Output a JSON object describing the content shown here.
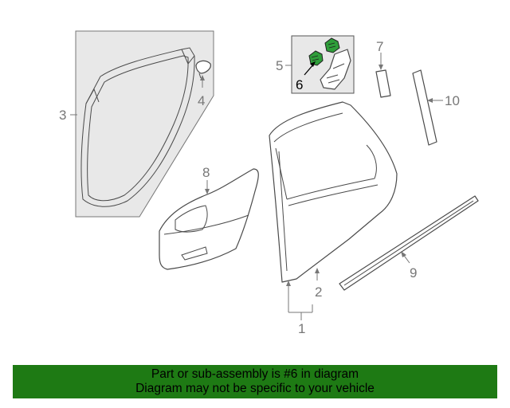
{
  "callouts": {
    "c1": "1",
    "c2": "2",
    "c3": "3",
    "c4": "4",
    "c5": "5",
    "c6": "6",
    "c7": "7",
    "c8": "8",
    "c9": "9",
    "c10": "10"
  },
  "highlighted_part": "6",
  "colors": {
    "banner_bg": "#1e7a14",
    "highlight_part": "#2f9e3a",
    "callout_text": "#777777",
    "box_fill": "#e8e8e8"
  },
  "banner": {
    "line1": "Part or sub-assembly is #6 in diagram",
    "line2": "Diagram may not be specific to your vehicle"
  }
}
